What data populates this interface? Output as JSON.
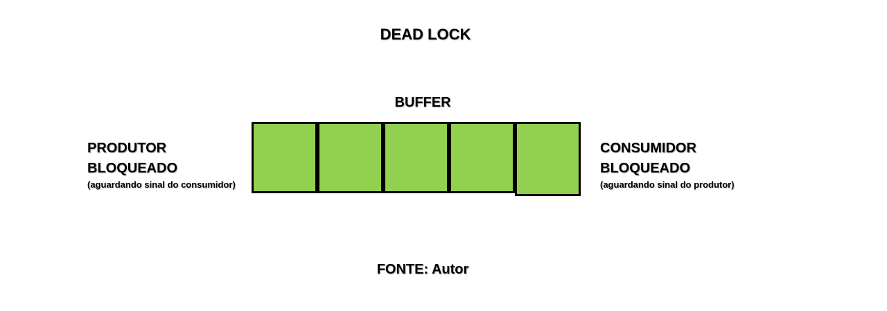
{
  "title": "DEAD LOCK",
  "buffer": {
    "label": "BUFFER",
    "slot_count": 5,
    "slot_color": "#92d050",
    "border_color": "#000000"
  },
  "producer": {
    "line1": "PRODUTOR",
    "line2": "BLOQUEADO",
    "note": "(aguardando sinal do consumidor)"
  },
  "consumer": {
    "line1": "CONSUMIDOR",
    "line2": "BLOQUEADO",
    "note": "(aguardando sinal do produtor)"
  },
  "source": "FONTE: Autor"
}
